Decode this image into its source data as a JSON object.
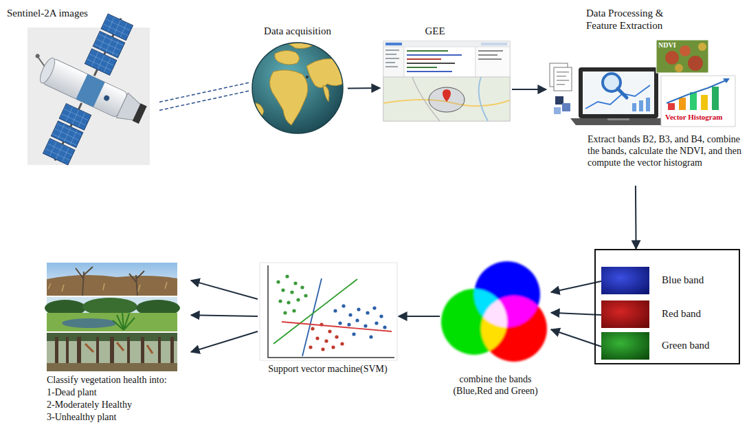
{
  "diagram": {
    "nodes": [
      {
        "text": [
          "Sentinel-2A images"
        ]
      },
      {
        "text": [
          "Data acquisition"
        ]
      },
      {
        "text": [
          "GEE"
        ]
      },
      {
        "text": [
          "Data Processing & Feature Extraction",
          "Extract bands B2, B3, and B4, combine the bands, calculate the NDVI, and then compute the vector histogram"
        ]
      },
      {
        "text": []
      },
      {
        "text": [
          "Blue band"
        ],
        "in": 4
      },
      {
        "text": [
          "Red band"
        ],
        "in": 4
      },
      {
        "text": [
          "Green band"
        ],
        "in": 4
      },
      {
        "text": [
          "combine the bands (Blue,Red and Green)"
        ]
      },
      {
        "text": [
          "Support vector machine(SVM)"
        ]
      },
      {
        "text": [
          "Classify vegetation health into:",
          "1-Dead plant",
          "2-Moderately Healthy",
          "3-Unhealthy plant"
        ]
      }
    ],
    "edges": [
      {
        "from": 0,
        "to": 1,
        "arrow": "none"
      },
      {
        "from": 1,
        "to": 2,
        "arrow": "to"
      },
      {
        "from": 2,
        "to": 3,
        "arrow": "to"
      },
      {
        "from": 3,
        "to": 4,
        "arrow": "to"
      },
      {
        "from": 5,
        "to": 8,
        "arrow": "to"
      },
      {
        "from": 6,
        "to": 8,
        "arrow": "to"
      },
      {
        "from": 7,
        "to": 8,
        "arrow": "to"
      },
      {
        "from": 8,
        "to": 9,
        "arrow": "to"
      },
      {
        "from": 9,
        "to": 10,
        "arrow": "to"
      },
      {
        "from": 9,
        "to": 10,
        "arrow": "to"
      },
      {
        "from": 9,
        "to": 10,
        "arrow": "to"
      }
    ],
    "labels": [
      "NDVI",
      "Vector Histogram"
    ]
  }
}
